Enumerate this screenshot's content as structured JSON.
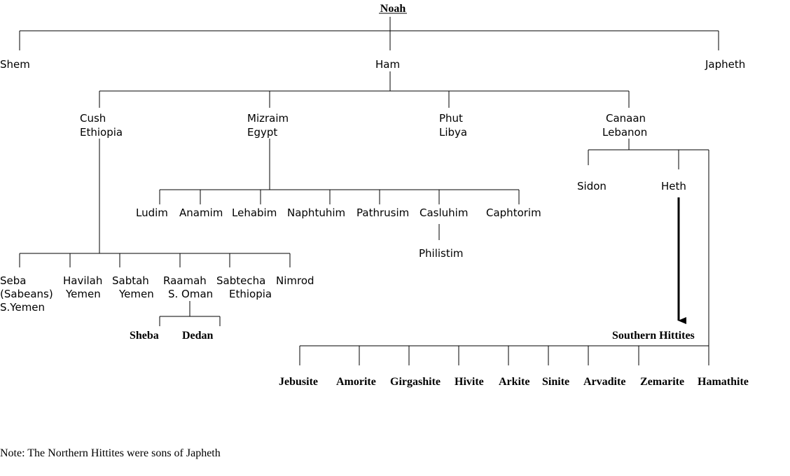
{
  "root": {
    "name": "Noah"
  },
  "sons": {
    "shem": "Shem",
    "ham": "Ham",
    "japheth": "Japheth"
  },
  "ham_sons": {
    "cush": [
      "Cush",
      "Ethiopia"
    ],
    "mizraim": [
      "Mizraim",
      "Egypt"
    ],
    "phut": [
      "Phut",
      "Libya"
    ],
    "canaan": [
      "Canaan",
      "Lebanon"
    ]
  },
  "mizraim_sons": {
    "ludim": "Ludim",
    "anamim": "Anamim",
    "lehabim": "Lehabim",
    "naphtuhim": "Naphtuhim",
    "pathrusim": "Pathrusim",
    "casluhim": "Casluhim",
    "caphtorim": "Caphtorim"
  },
  "casluhim_son": "Philistim",
  "cush_sons": {
    "seba": [
      "Seba",
      "(Sabeans)",
      "S.Yemen"
    ],
    "havilah": [
      "Havilah",
      "Yemen"
    ],
    "sabtah": [
      "Sabtah",
      "Yemen"
    ],
    "raamah": [
      "Raamah",
      "S. Oman"
    ],
    "sabtecha": [
      "Sabtecha",
      "Ethiopia"
    ],
    "nimrod": "Nimrod"
  },
  "raamah_sons": {
    "sheba": "Sheba",
    "dedan": "Dedan"
  },
  "canaan_sons": {
    "sidon": "Sidon",
    "heth": "Heth"
  },
  "southern_hittites": "Southern Hittites",
  "tribes": {
    "jebusite": "Jebusite",
    "amorite": "Amorite",
    "girgashite": "Girgashite",
    "hivite": "Hivite",
    "arkite": "Arkite",
    "sinite": "Sinite",
    "arvadite": "Arvadite",
    "zemarite": "Zemarite",
    "hamathite": "Hamathite"
  },
  "note": "Note: The Northern Hittites were sons of Japheth"
}
